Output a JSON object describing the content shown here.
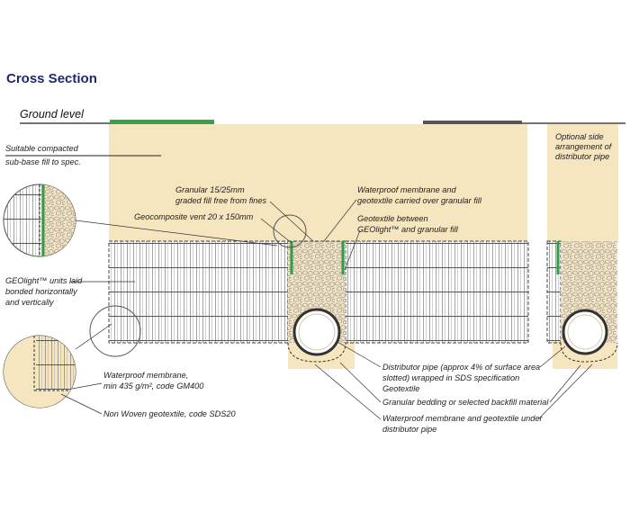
{
  "title": "Cross Section",
  "labels": {
    "ground_level": "Ground level",
    "subbase": [
      "Suitable compacted",
      "sub-base fill to spec."
    ],
    "optional_side": [
      "Optional side",
      "arrangement of",
      "distributor pipe"
    ],
    "granular_fill": [
      "Granular 15/25mm",
      "graded fill free from fines"
    ],
    "waterproof_top": [
      "Waterproof membrane and",
      "geotextile carried over granular fill"
    ],
    "geocomposite_vent": [
      "Geocomposite vent 20 x 150mm"
    ],
    "geotextile_between": [
      "Geotextile between",
      "GEOlight™ and granular fill"
    ],
    "geolight_units": [
      "GEOlight™ units laid",
      "bonded horizontally",
      "and vertically"
    ],
    "waterproof_min": [
      "Waterproof membrane,",
      "min 435 g/m², code GM400"
    ],
    "nonwoven": [
      "Non Woven geotextile, code SDS20"
    ],
    "distributor_pipe": [
      "Distributor pipe (approx 4% of surface area",
      "slotted) wrapped in SDS specification",
      "Geotextile"
    ],
    "granular_bedding": [
      "Granular bedding or selected backfill material"
    ],
    "waterproof_under": [
      "Waterproof membrane and geotextile under",
      "distributor pipe"
    ]
  },
  "colors": {
    "title": "#1f2a6b",
    "fill": "#f5e6bf",
    "grass": "#3aa14a",
    "tarmac": "#555555",
    "membrane": "#2e9e48",
    "gravel": "#efe3c8"
  }
}
